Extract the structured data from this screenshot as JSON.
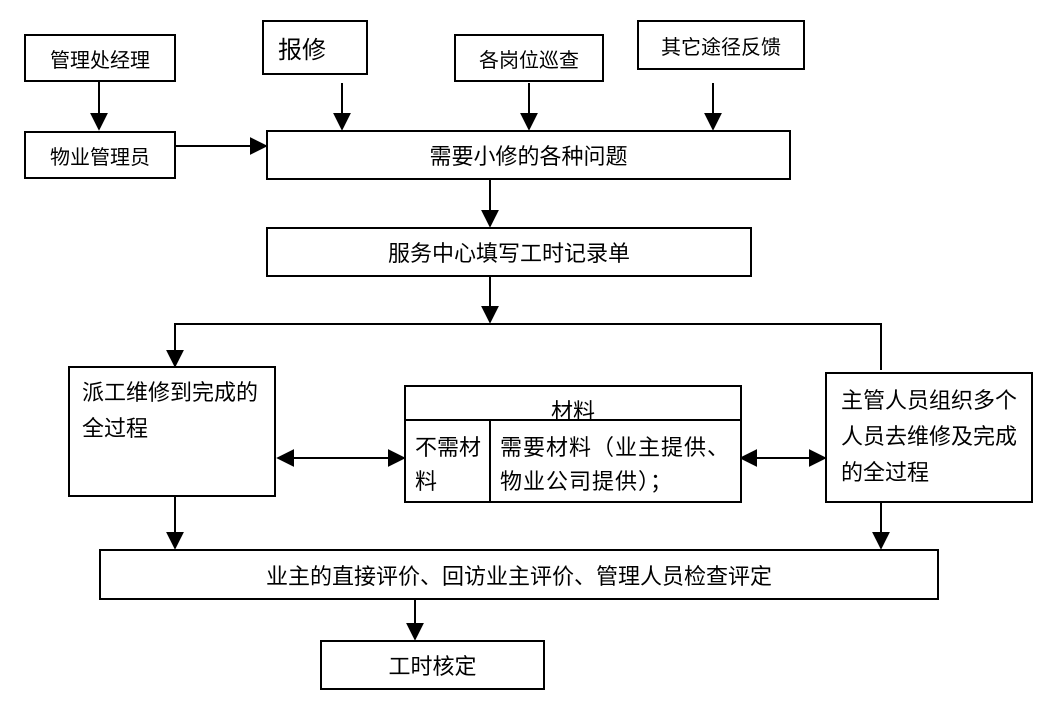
{
  "sources": {
    "manager": "管理处经理",
    "report": "报修",
    "patrol": "各岗位巡查",
    "other": "其它途径反馈",
    "staff": "物业管理员"
  },
  "problems": "需要小修的各种问题",
  "record": "服务中心填写工时记录单",
  "dispatch": "派工维修到完成的全过程",
  "materials": {
    "title": "材料",
    "none": "不需材料",
    "needed": "需要材料（业主提供、物业公司提供）；"
  },
  "supervisor": "主管人员组织多个人员去维修及完成的全过程",
  "evaluation": "业主的直接评价、回访业主评价、管理人员检查评定",
  "final": "工时核定"
}
